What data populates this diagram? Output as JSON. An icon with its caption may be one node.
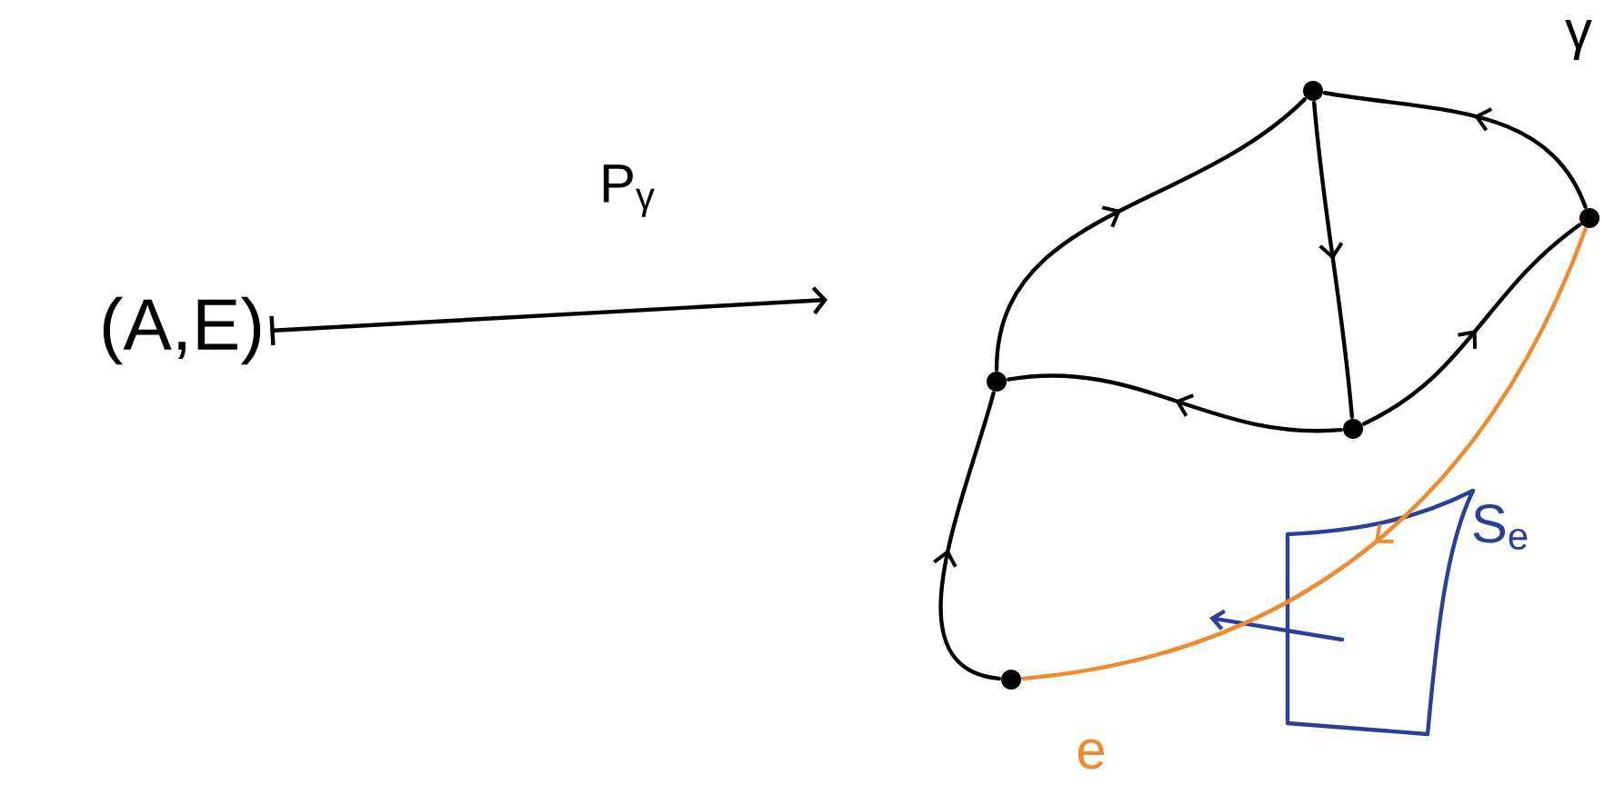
{
  "diagram": {
    "nodes": [
      {
        "text": [
          "(A,E)"
        ]
      },
      {
        "text": [],
        "shape": "circle"
      },
      {
        "text": [],
        "shape": "circle"
      },
      {
        "text": [],
        "shape": "circle"
      },
      {
        "text": [],
        "shape": "circle"
      },
      {
        "text": [],
        "shape": "circle"
      }
    ],
    "edges": [
      {
        "from": 0,
        "to": null,
        "arrow": "to",
        "label": "P$_{γ}$"
      },
      {
        "from": 1,
        "to": 3,
        "arrow": "to"
      },
      {
        "from": 5,
        "to": 3,
        "arrow": "to"
      },
      {
        "from": 3,
        "to": 4,
        "arrow": "to"
      },
      {
        "from": 4,
        "to": 1,
        "arrow": "to"
      },
      {
        "from": 4,
        "to": 5,
        "arrow": "to"
      },
      {
        "from": 2,
        "to": 1,
        "arrow": "to"
      },
      {
        "from": 5,
        "to": 2,
        "arrow": "to",
        "label": "e",
        "color": "#f08a30"
      }
    ],
    "labels": [
      "γ",
      "S$_{e}$"
    ]
  }
}
